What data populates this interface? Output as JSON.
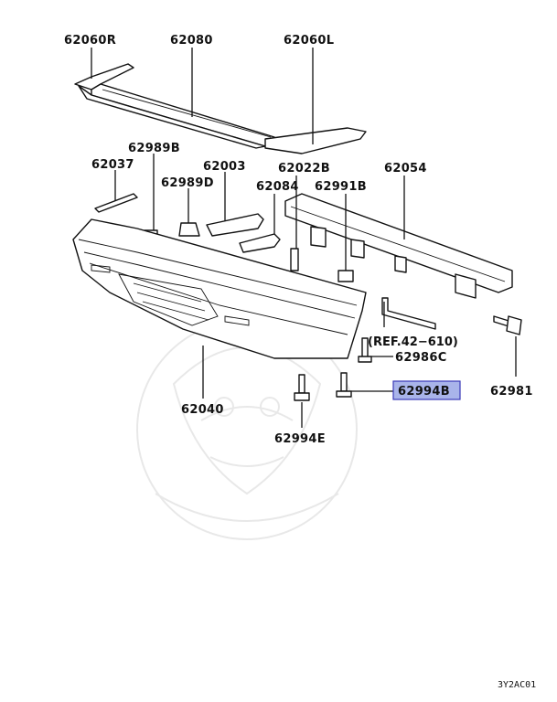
{
  "diagram": {
    "labels": {
      "p62060R": "62060R",
      "p62080": "62080",
      "p62060L": "62060L",
      "p62989B": "62989B",
      "p62037": "62037",
      "p62003": "62003",
      "p62989D": "62989D",
      "p62022B": "62022B",
      "p62054": "62054",
      "p62084": "62084",
      "p62991B": "62991B",
      "ref": "(REF.42−610)",
      "p62986C": "62986C",
      "p62994B": "62994B",
      "p62981": "62981",
      "p62040": "62040",
      "p62994E": "62994E"
    },
    "highlighted_part": "62994B",
    "highlight_color": "#a9b4ea",
    "highlight_border": "#3a3ab8",
    "corner_code": "3Y2AC01"
  }
}
